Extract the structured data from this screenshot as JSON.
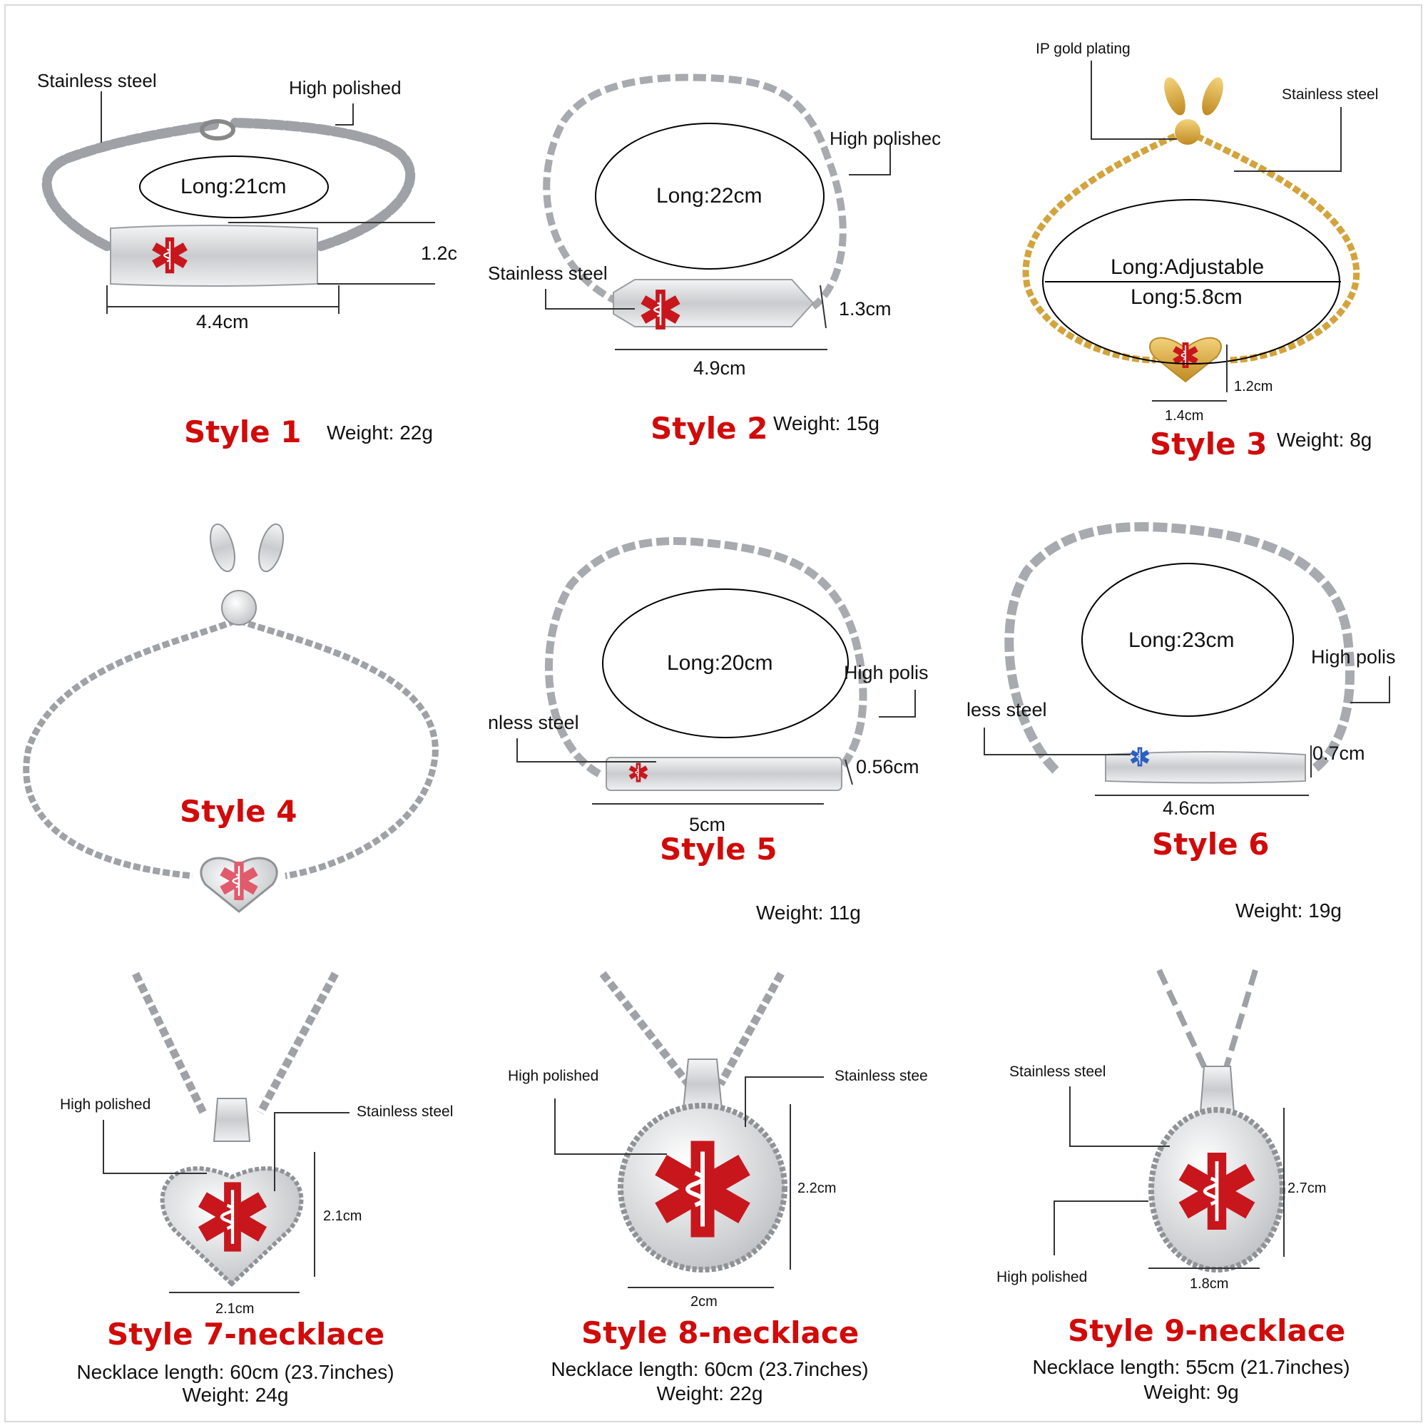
{
  "styles": [
    {
      "title": "Style 1",
      "weight": "Weight: 22g",
      "long": "Long:21cm",
      "label_a": "Stainless steel",
      "label_b": "High polished",
      "height": "1.2c",
      "width": "4.4cm"
    },
    {
      "title": "Style 2",
      "weight": "Weight: 15g",
      "long": "Long:22cm",
      "label_a": "Stainless steel",
      "label_b": "High polishec",
      "height": "1.3cm",
      "width": "4.9cm"
    },
    {
      "title": "Style 3",
      "weight": "Weight: 8g",
      "long": "Long:Adjustable",
      "long2": "Long:5.8cm",
      "label_a": "IP gold plating",
      "label_b": "Stainless steel",
      "height": "1.2cm",
      "width": "1.4cm"
    },
    {
      "title": "Style 4"
    },
    {
      "title": "Style 5",
      "weight": "Weight: 11g",
      "long": "Long:20cm",
      "label_a": "nless steel",
      "label_b": "High polis",
      "height": "0.56cm",
      "width": "5cm"
    },
    {
      "title": "Style 6",
      "weight": "Weight: 19g",
      "long": "Long:23cm",
      "label_a": "less steel",
      "label_b": "High polis",
      "height": "0.7cm",
      "width": "4.6cm"
    },
    {
      "title": "Style 7-necklace",
      "length": "Necklace length: 60cm (23.7inches)",
      "weight": "Weight: 24g",
      "label_a": "High polished",
      "label_b": "Stainless steel",
      "height": "2.1cm",
      "width": "2.1cm"
    },
    {
      "title": "Style 8-necklace",
      "length": "Necklace length: 60cm (23.7inches)",
      "weight": "Weight: 22g",
      "label_a": "High polished",
      "label_b": "Stainless stee",
      "height": "2.2cm",
      "width": "2cm"
    },
    {
      "title": "Style 9-necklace",
      "length": "Necklace length: 55cm (21.7inches)",
      "weight": "Weight: 9g",
      "label_a": "Stainless steel",
      "label_b": "High polished",
      "height": "2.7cm",
      "width": "1.8cm"
    }
  ],
  "colors": {
    "title": "#d10a0a",
    "medical_red": "#c8161d",
    "medical_blue": "#2a5fc0",
    "gold": "#d9a530",
    "steel": "#b7b9bc"
  },
  "icons": [
    "star-of-life-icon"
  ]
}
